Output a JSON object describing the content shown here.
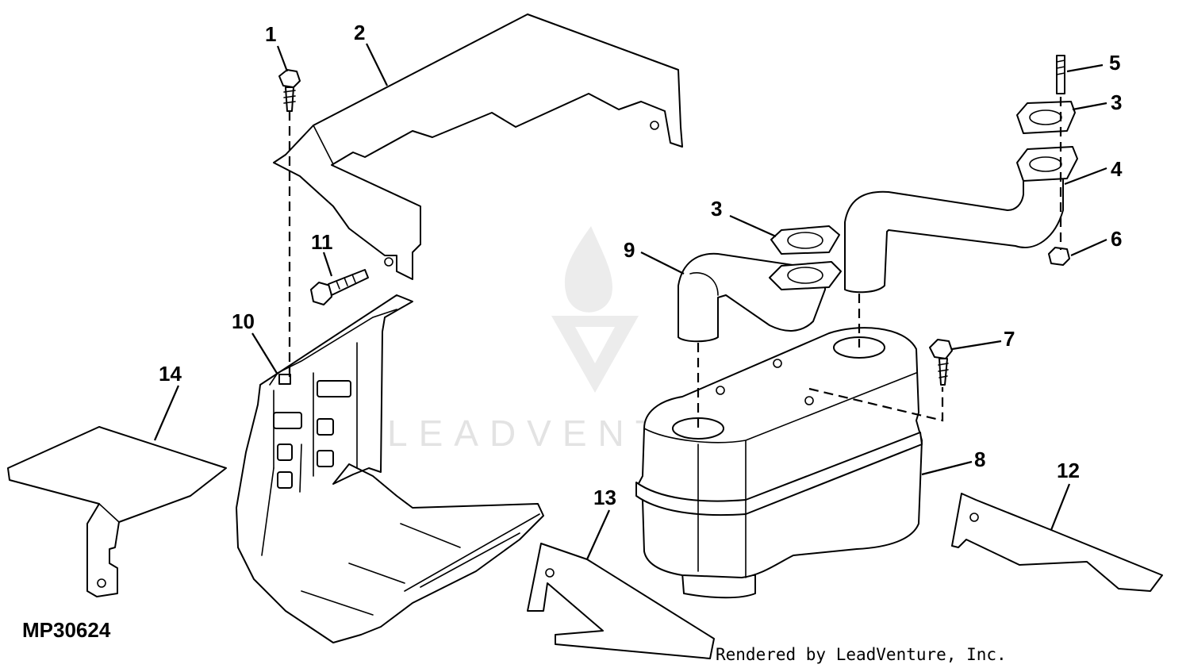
{
  "figure_id": "MP30624",
  "credit": "Rendered by LeadVenture, Inc.",
  "watermark": "LEADVENTURE",
  "callouts": [
    {
      "id": "c1",
      "label": "1"
    },
    {
      "id": "c2",
      "label": "2"
    },
    {
      "id": "c3a",
      "label": "3"
    },
    {
      "id": "c3b",
      "label": "3"
    },
    {
      "id": "c4",
      "label": "4"
    },
    {
      "id": "c5",
      "label": "5"
    },
    {
      "id": "c6",
      "label": "6"
    },
    {
      "id": "c7",
      "label": "7"
    },
    {
      "id": "c8",
      "label": "8"
    },
    {
      "id": "c9",
      "label": "9"
    },
    {
      "id": "c10",
      "label": "10"
    },
    {
      "id": "c11",
      "label": "11"
    },
    {
      "id": "c12",
      "label": "12"
    },
    {
      "id": "c13",
      "label": "13"
    },
    {
      "id": "c14",
      "label": "14"
    }
  ]
}
